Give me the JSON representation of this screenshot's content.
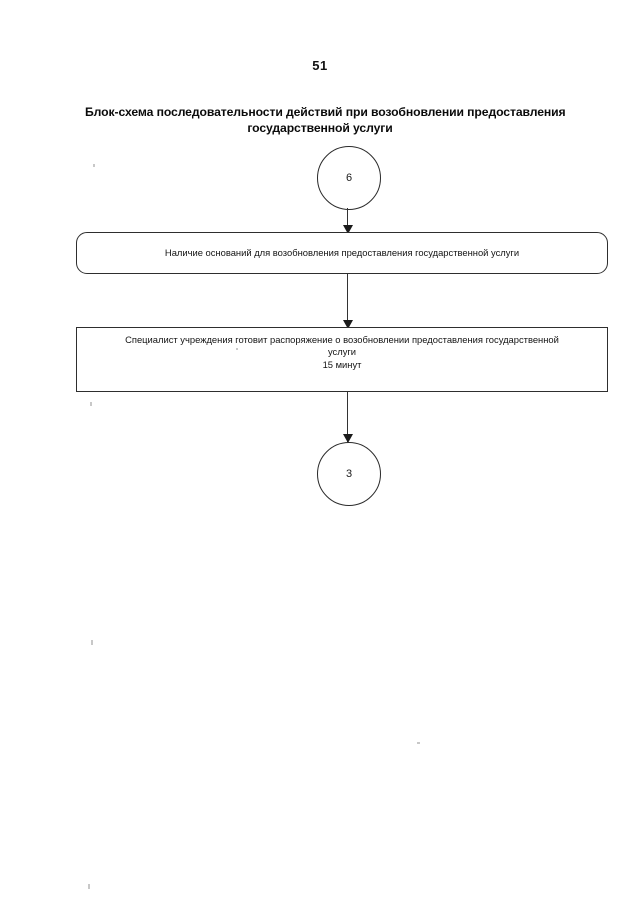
{
  "document": {
    "page_number": "51",
    "title_line_1": "Блок-схема последовательности действий при возобновлении предоставления",
    "title_line_2": "государственной услуги"
  },
  "flowchart": {
    "type": "flowchart",
    "orientation": "top-to-bottom",
    "nodes": [
      {
        "id": "circle-start",
        "shape": "circle",
        "label": "6"
      },
      {
        "id": "box-grounds",
        "shape": "rounded-rectangle",
        "label": "Наличие оснований для возобновления предоставления государственной услуги"
      },
      {
        "id": "box-order",
        "shape": "rectangle",
        "label_line_1": "Специалист учреждения готовит распоряжение о возобновлении предоставления государственной",
        "label_line_2": "услуги",
        "duration": "15 минут"
      },
      {
        "id": "circle-end",
        "shape": "circle",
        "label": "3"
      }
    ],
    "connectors": [
      {
        "id": "arrow-start-to-grounds",
        "from": "circle-start",
        "to": "box-grounds",
        "head": "solid-triangle-down"
      },
      {
        "id": "arrow-grounds-to-order",
        "from": "box-grounds",
        "to": "box-order",
        "head": "solid-triangle-down"
      },
      {
        "id": "arrow-order-to-end",
        "from": "box-order",
        "to": "circle-end",
        "head": "solid-triangle-down"
      }
    ]
  },
  "colors": {
    "ink": "#141414",
    "stroke": "#2e2e2e",
    "paper": "#ffffff"
  }
}
